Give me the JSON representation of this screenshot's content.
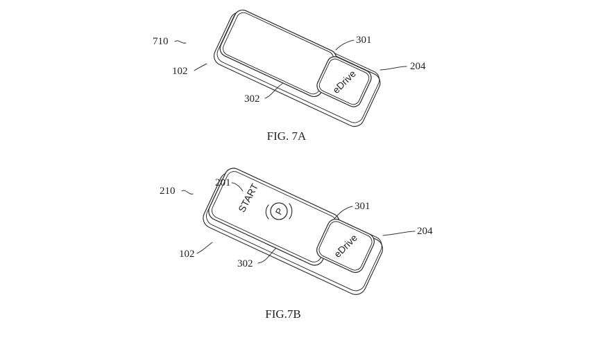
{
  "figure_a": {
    "caption": "FIG. 7A",
    "labels": {
      "assembly": "710",
      "housing": "102",
      "surface": "302",
      "divider": "301",
      "button": "204"
    },
    "button_text": "eDrive"
  },
  "figure_b": {
    "caption": "FIG.7B",
    "labels": {
      "assembly": "210",
      "start_button": "201",
      "housing": "102",
      "surface": "302",
      "divider": "301",
      "button": "204"
    },
    "start_text": "START",
    "park_symbol": "P",
    "button_text": "eDrive"
  }
}
